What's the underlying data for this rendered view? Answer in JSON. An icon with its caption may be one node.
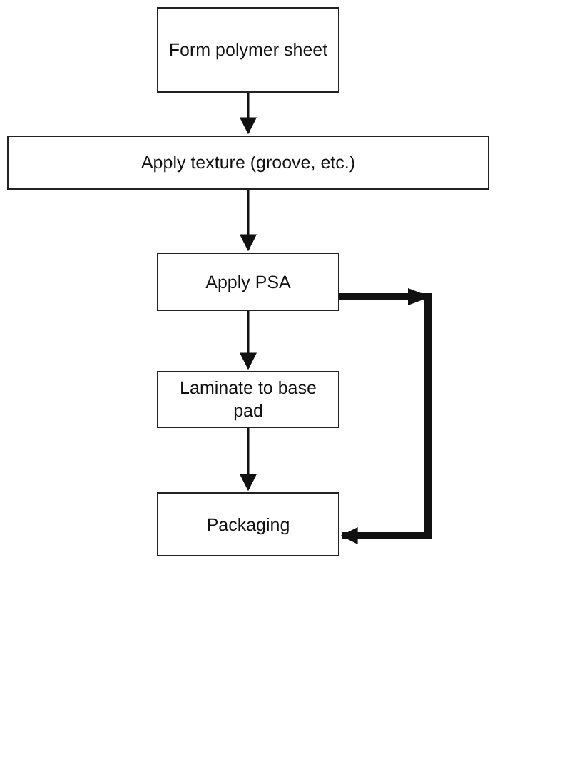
{
  "diagram": {
    "nodes": [
      {
        "text": [
          "Form polymer sheet"
        ]
      },
      {
        "text": [
          "Apply texture (groove, etc.)"
        ]
      },
      {
        "text": [
          "Apply PSA"
        ]
      },
      {
        "text": [
          "Laminate to base pad"
        ]
      },
      {
        "text": [
          "Packaging"
        ]
      }
    ],
    "edges": [
      {
        "from": 0,
        "to": 1,
        "arrow": "to"
      },
      {
        "from": 1,
        "to": 2,
        "arrow": "to"
      },
      {
        "from": 2,
        "to": 3,
        "arrow": "to"
      },
      {
        "from": 3,
        "to": 4,
        "arrow": "to"
      },
      {
        "from": 2,
        "to": 4,
        "arrow": "to",
        "style": "thick"
      }
    ]
  }
}
